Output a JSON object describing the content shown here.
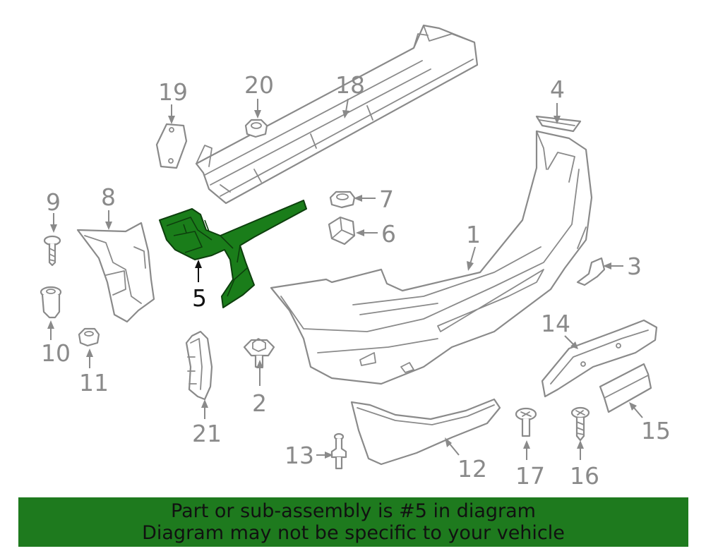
{
  "banner": {
    "line1": "Part or sub-assembly is #5 in diagram",
    "line2": "Diagram may not be specific to your vehicle"
  },
  "highlighted_part": "5",
  "colors": {
    "highlight": "#1a7d1a",
    "banner": "#1e7a1e",
    "line_art": "#8a8a8a"
  },
  "callouts": {
    "c1": "1",
    "c2": "2",
    "c3": "3",
    "c4": "4",
    "c5": "5",
    "c6": "6",
    "c7": "7",
    "c8": "8",
    "c9": "9",
    "c10": "10",
    "c11": "11",
    "c12": "12",
    "c13": "13",
    "c14": "14",
    "c15": "15",
    "c16": "16",
    "c17": "17",
    "c18": "18",
    "c19": "19",
    "c20": "20",
    "c21": "21"
  }
}
